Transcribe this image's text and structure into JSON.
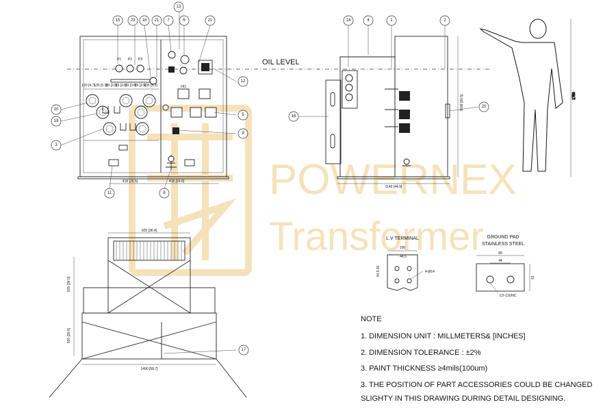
{
  "drawing": {
    "oil_level_label": "OIL LEVEL",
    "callouts_front": [
      "15",
      "23",
      "18",
      "21",
      "13",
      "7",
      "6",
      "21",
      "10",
      "19",
      "3",
      "11",
      "8",
      "12",
      "5",
      "9"
    ],
    "callouts_side": [
      "14",
      "4",
      "1",
      "2",
      "16",
      "20"
    ],
    "callout_bottom": "17",
    "front_top_dims": [
      "120\n[4.7]",
      "135\n[5.3]",
      "89\n[3.5]",
      "89\n[3.5]",
      "89\n[3.5]",
      "89\n[3.5]",
      "135\n[5.3]"
    ],
    "front_bottom_dims": [
      "418\n[16.5]",
      "418\n[16.5]"
    ],
    "side_height_dim": "1538\n[60.5]",
    "side_width_dim": "1140\n[44.9]",
    "human_height_dim": "1750",
    "top_view_width_dim": "925\n[36.4]",
    "top_view_bottom_dim": "1490\n[58.7]",
    "top_view_left_dims": [
      "915\n[36.0]",
      "520\n[20.5]"
    ],
    "lv_terminal": {
      "title": "L.V TERMINAL",
      "dim_width": "100",
      "dim_inner": "44.5",
      "dim_left": "44.5 20",
      "hole_label": "4-Ø14"
    },
    "ground_pad": {
      "title_1": "GROUND PAD",
      "title_2": "STAINLESS STEEL",
      "dim_width": "89",
      "dim_inner": "44",
      "dim_height": "51",
      "thread_label": "1/2-13UNC"
    },
    "labels_bushings": [
      "P1",
      "P2",
      "P3"
    ],
    "label_ho": "HO"
  },
  "watermark": {
    "line_1": "POWERNEX",
    "line_2": "Transformer",
    "color": "#f3d9a4"
  },
  "notes": {
    "title": "NOTE",
    "items": [
      "1. DIMENSION UNIT : MILLMETERS& [INCHES]",
      "2. DIMENSION TOLERANCE : ±2%",
      "3. PAINT THICKNESS  ≥4mils(100um)",
      "3. THE POSITION OF PART ACCESSORIES COULD BE CHANGED",
      "SLIGHTY IN THIS DRAWING DURING DETAIL DESIGNING."
    ]
  }
}
